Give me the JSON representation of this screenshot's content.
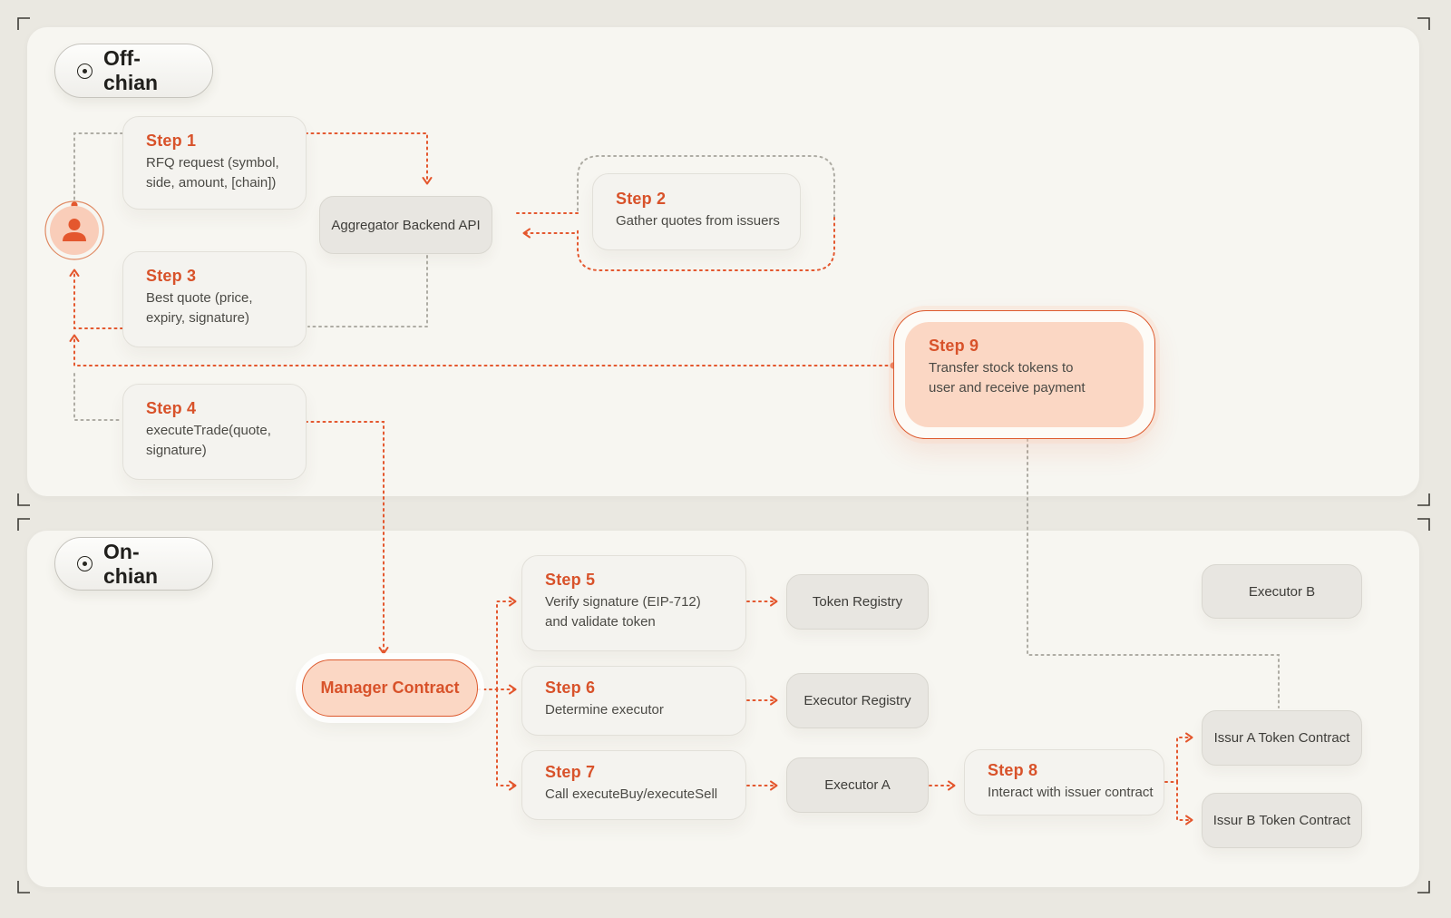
{
  "colors": {
    "accent_orange": "#d8522a",
    "line_orange": "#e4572e",
    "line_gray": "#aeaca4",
    "peach_fill": "#fbd7c4",
    "panel_fill": "#f7f6f1",
    "background": "#eae8e1"
  },
  "badges": {
    "off_chain": "Off-chian",
    "on_chain": "On-chian"
  },
  "off_chain": {
    "step1": {
      "title": "Step 1",
      "line1": "RFQ request (symbol,",
      "line2": "side, amount, [chain])"
    },
    "step2": {
      "title": "Step 2",
      "line1": "Gather quotes from issuers"
    },
    "step3": {
      "title": "Step 3",
      "line1": "Best quote (price,",
      "line2": "expiry, signature)"
    },
    "step4": {
      "title": "Step 4",
      "line1": "executeTrade(quote,",
      "line2": "signature)"
    },
    "step9": {
      "title": "Step 9",
      "line1": "Transfer stock tokens to",
      "line2": "user and receive payment"
    },
    "aggregator_label": "Aggregator Backend API"
  },
  "on_chain": {
    "manager_label": "Manager Contract",
    "step5": {
      "title": "Step 5",
      "line1": "Verify signature (EIP-712)",
      "line2": "and validate token"
    },
    "step6": {
      "title": "Step 6",
      "line1": "Determine executor"
    },
    "step7": {
      "title": "Step 7",
      "line1": "Call executeBuy/executeSell"
    },
    "step8": {
      "title": "Step 8",
      "line1": "Interact with issuer contract"
    },
    "token_registry_label": "Token Registry",
    "executor_registry_label": "Executor Registry",
    "executor_a_label": "Executor A",
    "executor_b_label": "Executor B",
    "issuer_a_label": "Issur A Token Contract",
    "issuer_b_label": "Issur B Token Contract"
  }
}
